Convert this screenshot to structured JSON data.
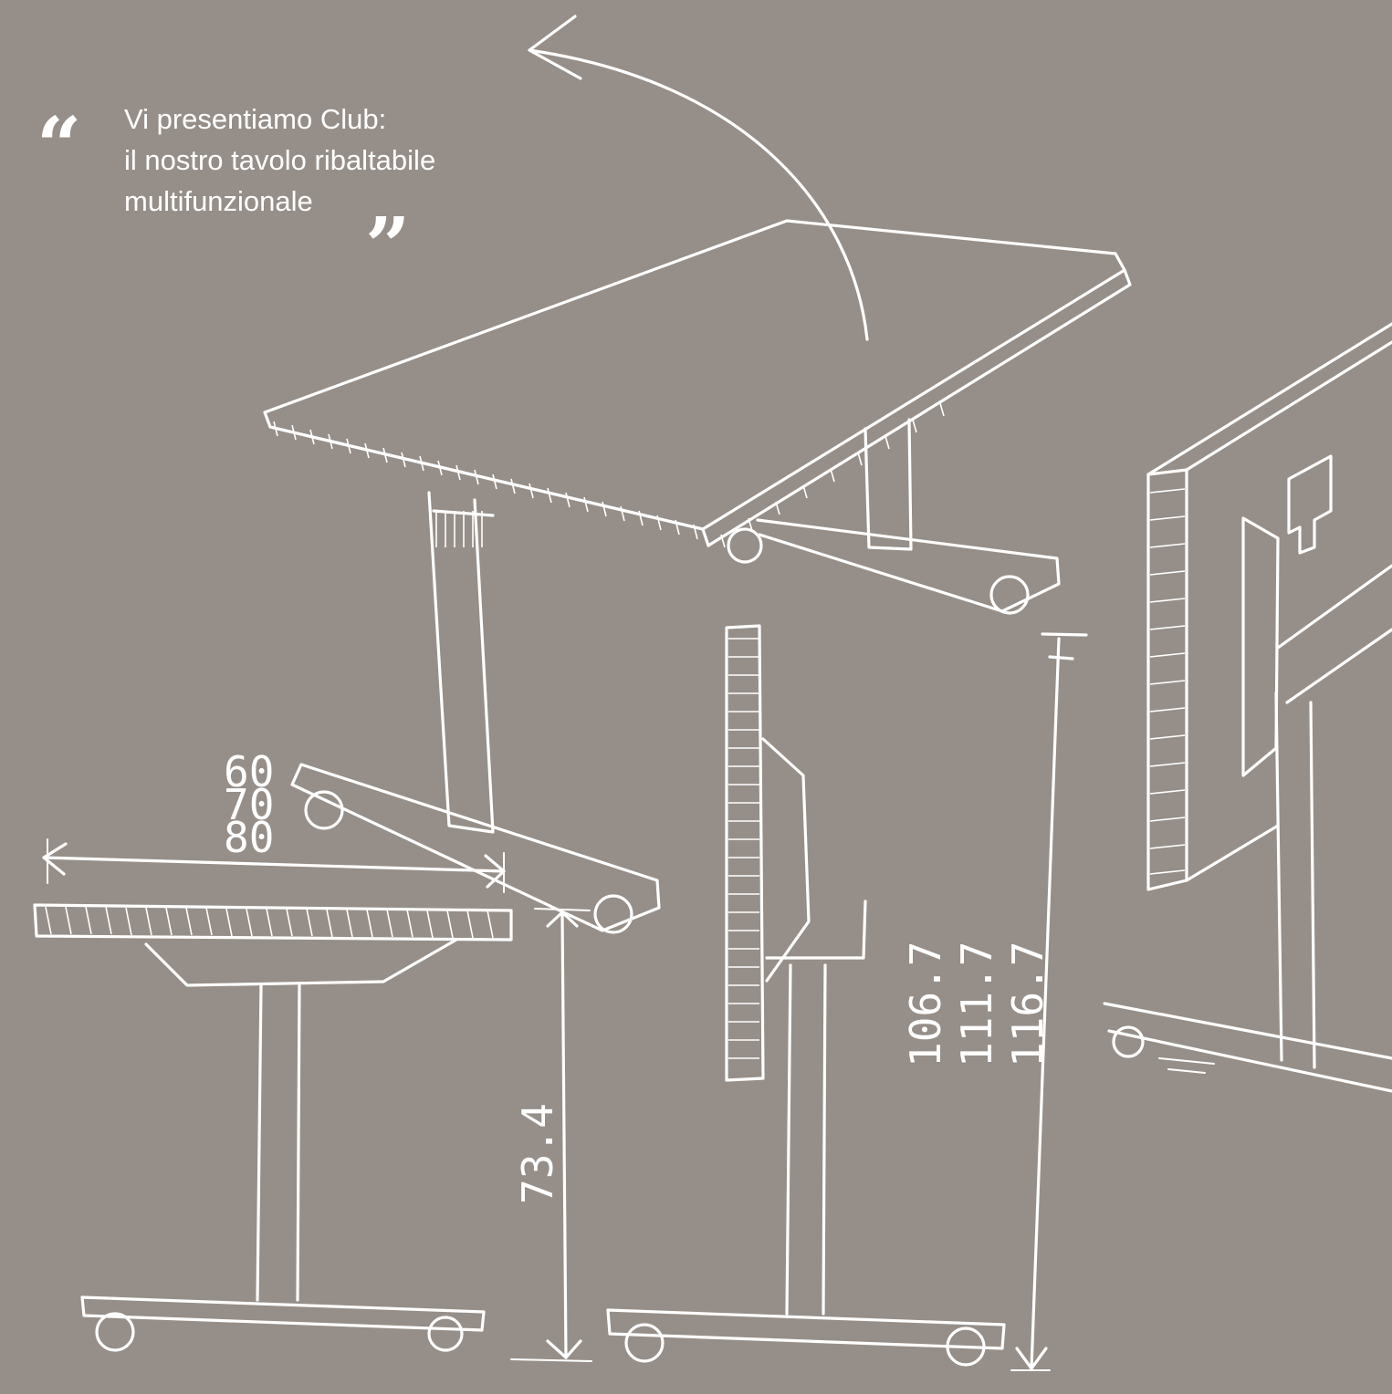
{
  "quote": {
    "open_mark": "“",
    "close_mark": "”",
    "lines": [
      "Vi presentiamo Club:",
      "il nostro tavolo ribaltabile",
      "multifunzionale"
    ]
  },
  "dimensions": {
    "widths": [
      "60",
      "70",
      "80"
    ],
    "height": "73.4",
    "folded_heights": [
      "106.7",
      "111.7",
      "116.7"
    ]
  },
  "colors": {
    "background": "#968f89",
    "ink": "#ffffff"
  }
}
